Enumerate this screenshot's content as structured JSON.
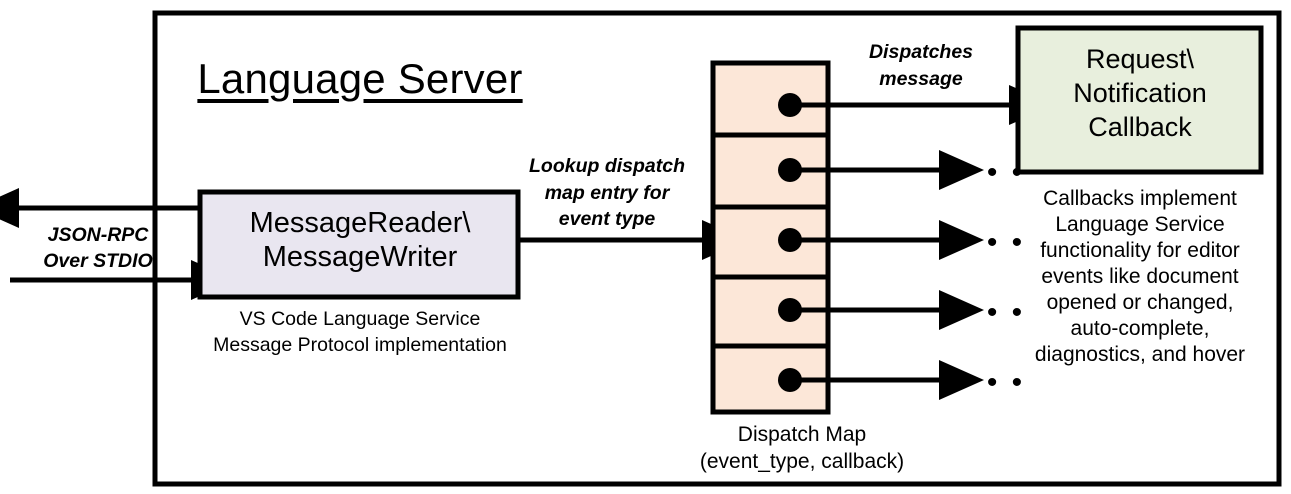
{
  "diagram": {
    "title": "Language Server",
    "outer_border_color": "#000000",
    "background": "#ffffff"
  },
  "external_io": {
    "label": "JSON-RPC\nOver STDIO",
    "outbound_arrow_name": "outbound-jsonrpc-arrow",
    "inbound_arrow_name": "inbound-jsonrpc-arrow"
  },
  "message_box": {
    "title": "MessageReader\\\nMessageWriter",
    "caption": "VS Code Language Service\nMessage Protocol implementation",
    "fill": "#E9E6F0",
    "stroke": "#000000"
  },
  "lookup_edge": {
    "label": "Lookup dispatch\nmap entry for\nevent type"
  },
  "dispatch_map": {
    "caption": "Dispatch Map\n(event_type, callback)",
    "cell_fill": "#FCE7D8",
    "cell_stroke": "#000000",
    "rows": [
      {
        "id": "row-1",
        "has_ellipsis": false,
        "target": "callback-box"
      },
      {
        "id": "row-2",
        "has_ellipsis": true,
        "ellipsis": "• • •"
      },
      {
        "id": "row-3",
        "has_ellipsis": true,
        "ellipsis": "• • •"
      },
      {
        "id": "row-4",
        "has_ellipsis": true,
        "ellipsis": "• • •"
      },
      {
        "id": "row-5",
        "has_ellipsis": true,
        "ellipsis": "• • •"
      }
    ],
    "row_count": 5
  },
  "dispatch_edge": {
    "label": "Dispatches\nmessage"
  },
  "callback_box": {
    "title": "Request\\\nNotification\nCallback",
    "caption": "Callbacks implement\nLanguage Service\nfunctionality for editor\nevents like document\nopened or changed,\nauto-complete,\ndiagnostics, and hover",
    "fill": "#E8EFDD",
    "stroke": "#000000"
  }
}
